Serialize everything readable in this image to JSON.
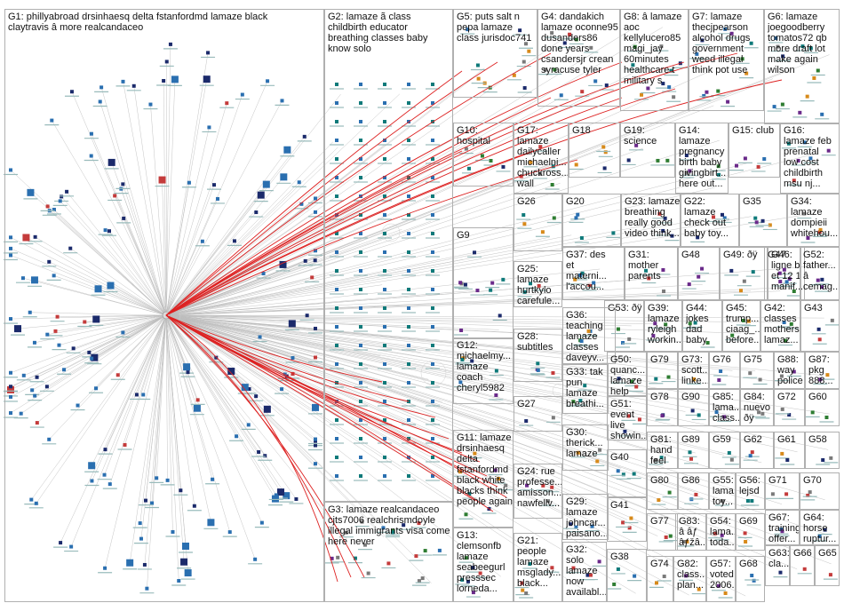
{
  "colors": {
    "border": "#b0b0b0",
    "edge": "#bdbdbd",
    "highlight_edge": "#dd2222",
    "node_palette": [
      "#1b2a6b",
      "#2a6fb0",
      "#6a2a8a",
      "#c43b3b",
      "#2e7d32",
      "#d78a1a",
      "#7a7a7a",
      "#0f7a7a"
    ]
  },
  "groups": [
    {
      "id": "G1",
      "label": "G1: phillyabroad drsinhaesq delta fstanfordmd lamaze black\nclaytravis â more realcandaceo",
      "font": 11
    },
    {
      "id": "G2",
      "label": "G2: lamaze ã class\nchildbirth educator\nbreathing classes baby\nknow solo",
      "font": 11
    },
    {
      "id": "G5",
      "label": "G5: puts salt n\npepa lamaze\nclass jurisdoc741",
      "font": 11
    },
    {
      "id": "G4",
      "label": "G4: dandakich\nlamaze oconne95\ndusanders86\ndone years\ncsandersjr crean\nsyracuse tyler",
      "font": 11
    },
    {
      "id": "G8",
      "label": "G8: â lamaze\naoc\nkellylucero85\nmagi_jay\n60minutes\nhealthcare t\nmilitary s",
      "font": 11
    },
    {
      "id": "G7",
      "label": "G7: lamaze\nthecjpearson\nalcohol drugs\ngovernment\nweed illegal\nthink pot use",
      "font": 11
    },
    {
      "id": "G6",
      "label": "G6: lamaze\njoegoodberry\ntomatos72 qb\nmore draft lot\nmake again\nwilson",
      "font": 11
    },
    {
      "id": "G10",
      "label": "G10:\nhospital",
      "font": 11
    },
    {
      "id": "G17",
      "label": "G17:\nlamaze\ndailycaller\nmichaelni...\nchuckross...\nwall",
      "font": 11
    },
    {
      "id": "G18",
      "label": "G18",
      "font": 11
    },
    {
      "id": "G19",
      "label": "G19:\nscience",
      "font": 11
    },
    {
      "id": "G14",
      "label": "G14:\nlamaze\npregnancy\nbirth baby\ngivingbirt...\nhere out...",
      "font": 11
    },
    {
      "id": "G15",
      "label": "G15: club",
      "font": 11
    },
    {
      "id": "G16",
      "label": "G16:\nlamaze feb\nprenatal\nlow cost\nchildbirth\nmsu nj...",
      "font": 11
    },
    {
      "id": "G26",
      "label": "G26",
      "font": 11
    },
    {
      "id": "G20",
      "label": "G20",
      "font": 11
    },
    {
      "id": "G23",
      "label": "G23: lamaze\nbreathing\nreally good\nvideo think...",
      "font": 11
    },
    {
      "id": "G22",
      "label": "G22:\nlamaze\ncheck out\nbaby toy...",
      "font": 11
    },
    {
      "id": "G35",
      "label": "G35",
      "font": 11
    },
    {
      "id": "G34",
      "label": "G34:\nlamaze\ndompieii\nwhitehou...",
      "font": 11
    },
    {
      "id": "G9",
      "label": "G9",
      "font": 11
    },
    {
      "id": "G37",
      "label": "G37: des\net\nmaterni...\nl'accou...",
      "font": 11
    },
    {
      "id": "G31",
      "label": "G31:\nmother\nparents",
      "font": 11
    },
    {
      "id": "G48",
      "label": "G48",
      "font": 11
    },
    {
      "id": "G49",
      "label": "G49: ðÿ",
      "font": 11
    },
    {
      "id": "G46",
      "label": "G46:\nligne b\net 12 1\nmanif...",
      "font": 11
    },
    {
      "id": "G47",
      "label": "G47",
      "font": 11
    },
    {
      "id": "G52",
      "label": "G52:\nfather...\nâ\ncemag...",
      "font": 11
    },
    {
      "id": "G25",
      "label": "G25:\nlamaze\nhurtkylo\ncarefule...",
      "font": 11
    },
    {
      "id": "G53",
      "label": "G53: ðÿ",
      "font": 11
    },
    {
      "id": "G39",
      "label": "G39:\nlamaze\nryleigh\nworkin...",
      "font": 11
    },
    {
      "id": "G44",
      "label": "G44:\njokes\ndad\nbaby",
      "font": 11
    },
    {
      "id": "G45",
      "label": "G45:\ntrump...\nciaag_...\nbefore...",
      "font": 11
    },
    {
      "id": "G42",
      "label": "G42:\nclasses\nmothers\nlamaz...",
      "font": 11
    },
    {
      "id": "G43",
      "label": "G43",
      "font": 11
    },
    {
      "id": "G36",
      "label": "G36:\nteaching\nlamaze\nclasses\ndaveyv...",
      "font": 11
    },
    {
      "id": "G12",
      "label": "G12:\nmichaelmy...\nlamaze\ncoach\ncheryl5982",
      "font": 11
    },
    {
      "id": "G28",
      "label": "G28:\nsubtitles",
      "font": 11
    },
    {
      "id": "G50",
      "label": "G50:\nquanc...\nlamaze\nhelp",
      "font": 11
    },
    {
      "id": "G79",
      "label": "G79",
      "font": 11
    },
    {
      "id": "G73",
      "label": "G73:\nscott...\nlinke...",
      "font": 11
    },
    {
      "id": "G76",
      "label": "G76",
      "font": 11
    },
    {
      "id": "G75",
      "label": "G75",
      "font": 11
    },
    {
      "id": "G88",
      "label": "G88:\nway\npolice",
      "font": 11
    },
    {
      "id": "G87",
      "label": "G87:\npkg\n888...",
      "font": 11
    },
    {
      "id": "G33",
      "label": "G33: tak\npun\nlamaze\nbreathi...",
      "font": 11
    },
    {
      "id": "G27",
      "label": "G27",
      "font": 11
    },
    {
      "id": "G78",
      "label": "G78",
      "font": 11
    },
    {
      "id": "G90",
      "label": "G90",
      "font": 11
    },
    {
      "id": "G85",
      "label": "G85:\nlama...\nclass...",
      "font": 11
    },
    {
      "id": "G84",
      "label": "G84:\nnuevo\nðÿ",
      "font": 11
    },
    {
      "id": "G72",
      "label": "G72",
      "font": 11
    },
    {
      "id": "G60",
      "label": "G60",
      "font": 11
    },
    {
      "id": "G51",
      "label": "G51:\nevent\nlive\nshowin...",
      "font": 11
    },
    {
      "id": "G30",
      "label": "G30:\ntherick...\nlamaze",
      "font": 11
    },
    {
      "id": "G81",
      "label": "G81:\nhand\nfeel",
      "font": 11
    },
    {
      "id": "G89",
      "label": "G89",
      "font": 11
    },
    {
      "id": "G59",
      "label": "G59",
      "font": 11
    },
    {
      "id": "G62",
      "label": "G62",
      "font": 11
    },
    {
      "id": "G61",
      "label": "G61",
      "font": 11
    },
    {
      "id": "G58",
      "label": "G58",
      "font": 11
    },
    {
      "id": "G11",
      "label": "G11: lamaze\ndrsinhaesq\ndelta\nfstanfordmd\nblack white\nblacks think\npeople again",
      "font": 11
    },
    {
      "id": "G40",
      "label": "G40",
      "font": 11
    },
    {
      "id": "G24",
      "label": "G24: rue\nprofesse...\namisson...\nnawfellv...",
      "font": 11
    },
    {
      "id": "G80",
      "label": "G80",
      "font": 11
    },
    {
      "id": "G86",
      "label": "G86",
      "font": 11
    },
    {
      "id": "G55",
      "label": "G55:\nlama...\ntoy...",
      "font": 11
    },
    {
      "id": "G56",
      "label": "G56:\nlejsd",
      "font": 11
    },
    {
      "id": "G71",
      "label": "G71",
      "font": 11
    },
    {
      "id": "G70",
      "label": "G70",
      "font": 11
    },
    {
      "id": "G29",
      "label": "G29:\nlamaze\njohncar...\npaisano...",
      "font": 11
    },
    {
      "id": "G41",
      "label": "G41",
      "font": 11
    },
    {
      "id": "G77",
      "label": "G77",
      "font": 11
    },
    {
      "id": "G83",
      "label": "G83:\nâ âƒ\nâƒžâ...",
      "font": 11
    },
    {
      "id": "G54",
      "label": "G54:\nlama...\ntoda...",
      "font": 11
    },
    {
      "id": "G69",
      "label": "G69",
      "font": 11
    },
    {
      "id": "G67",
      "label": "G67:\ntraining\noffer...",
      "font": 11
    },
    {
      "id": "G64",
      "label": "G64:\nhorse\nruptur...",
      "font": 11
    },
    {
      "id": "G3",
      "label": "G3: lamaze realcandaceo\ncjts7006 realchrismdoyle\nillegal immigrants visa come\nhere never",
      "font": 11
    },
    {
      "id": "G13",
      "label": "G13:\nclemsonfb\nlamaze\nseabeegurl\npresssec\nlorneda...",
      "font": 11
    },
    {
      "id": "G21",
      "label": "G21:\npeople\nlamaze\nmsglady...\nblack...",
      "font": 11
    },
    {
      "id": "G32",
      "label": "G32:\nsolo\nlamaze\nnow\navailabl...",
      "font": 11
    },
    {
      "id": "G38",
      "label": "G38",
      "font": 11
    },
    {
      "id": "G74",
      "label": "G74",
      "font": 11
    },
    {
      "id": "G82",
      "label": "G82:\nclass...\nplan...",
      "font": 11
    },
    {
      "id": "G57",
      "label": "G57:\nvoted\n2006...",
      "font": 11
    },
    {
      "id": "G68",
      "label": "G68",
      "font": 11
    },
    {
      "id": "G63",
      "label": "G63:\ncla...",
      "font": 11
    },
    {
      "id": "G66",
      "label": "G66",
      "font": 11
    },
    {
      "id": "G65",
      "label": "G65",
      "font": 11
    }
  ]
}
